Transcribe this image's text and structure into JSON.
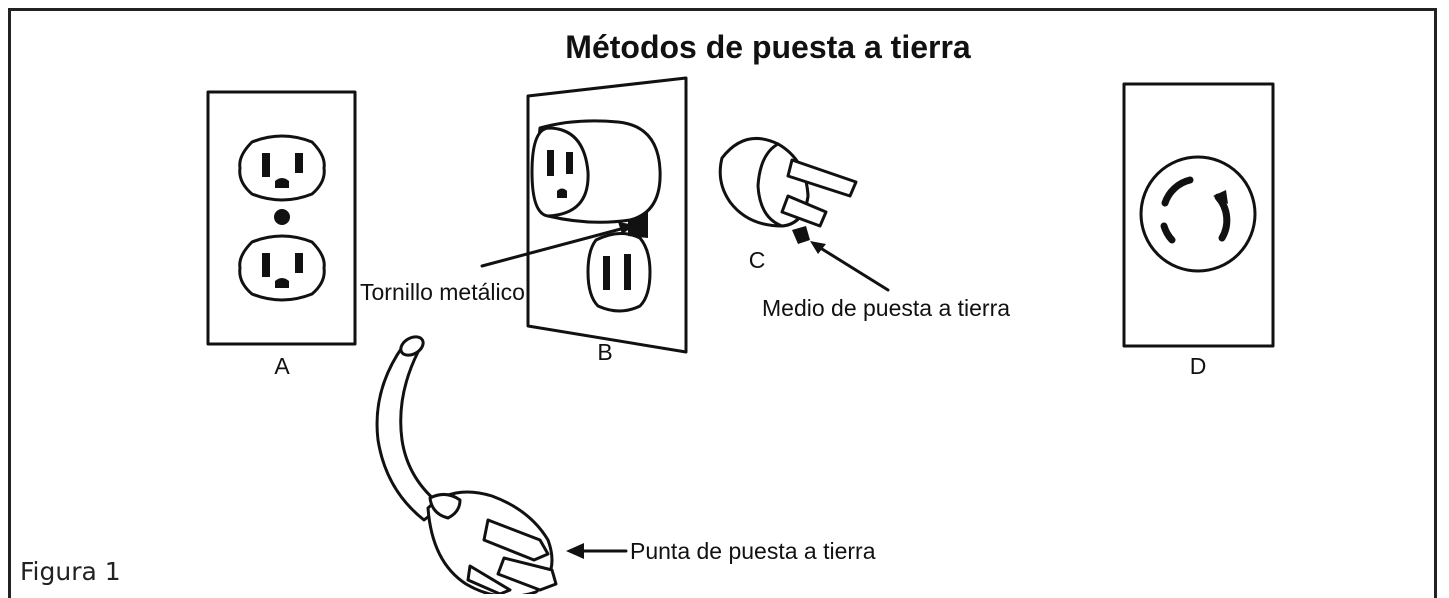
{
  "diagram": {
    "title": "Métodos de puesta a tierra",
    "figure_label": "Figura 1",
    "letters": {
      "a": "A",
      "b": "B",
      "c": "C",
      "d": "D"
    },
    "callouts": {
      "screw": "Tornillo metálico",
      "ground_means": "Medio de puesta a tierra",
      "ground_pin": "Punta de puesta a tierra"
    },
    "colors": {
      "line": "#111111",
      "background": "#ffffff"
    }
  }
}
